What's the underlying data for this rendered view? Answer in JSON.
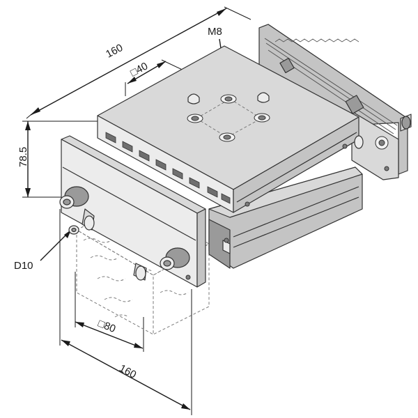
{
  "dimensions": {
    "top_width": "160",
    "square_40": "□40",
    "thread": "M8",
    "height": "78.5",
    "diameter": "D10",
    "square_80": "□80",
    "bottom_width": "160"
  }
}
